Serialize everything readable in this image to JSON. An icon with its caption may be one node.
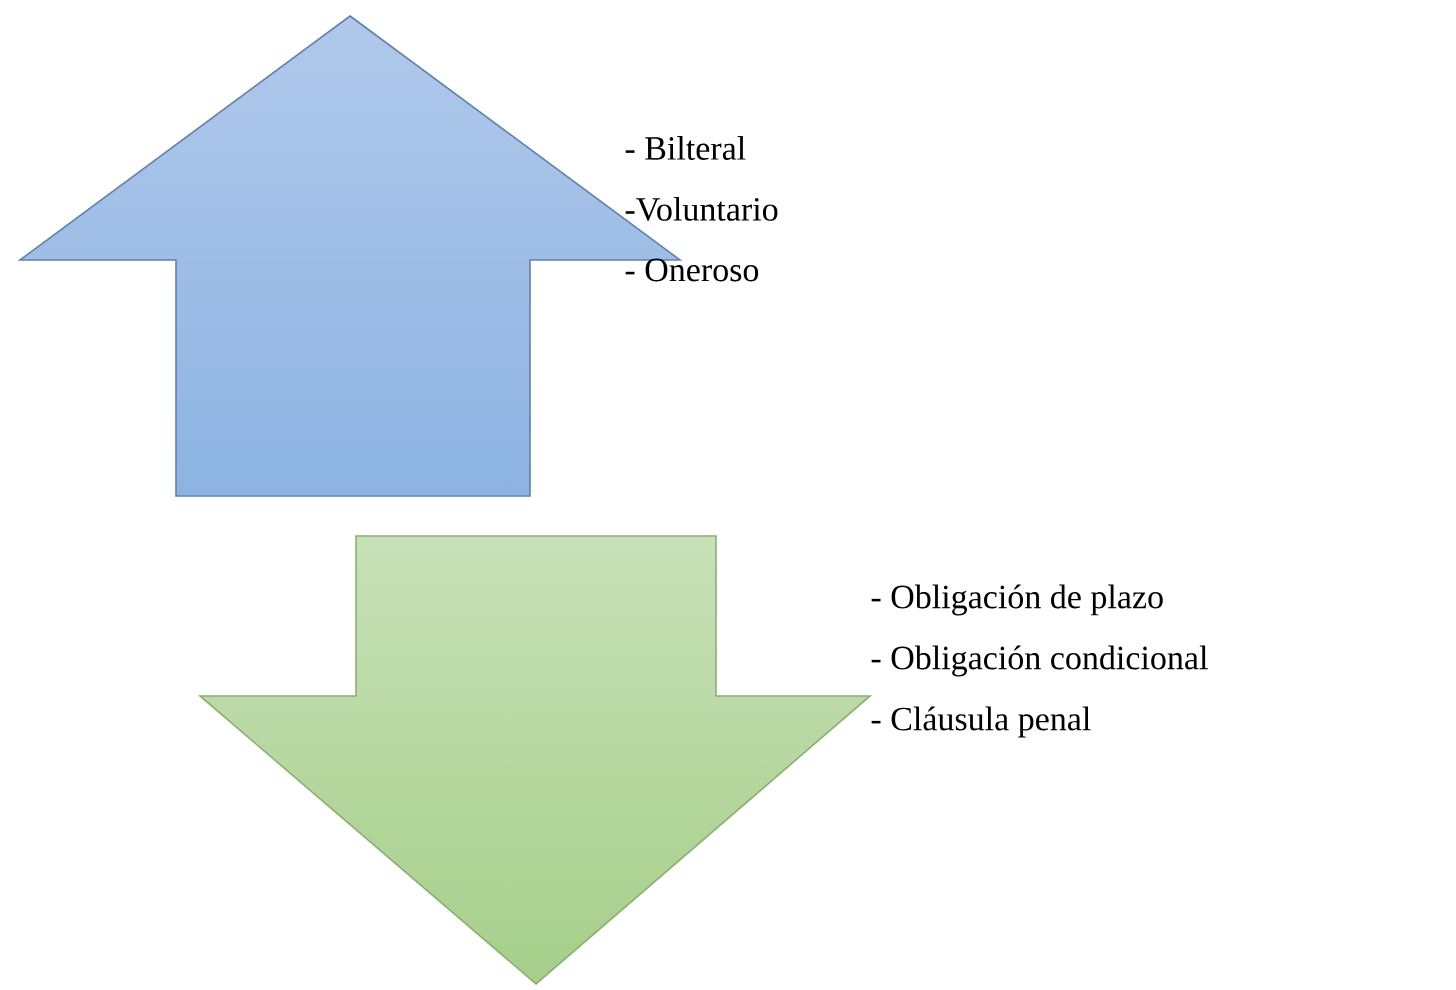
{
  "diagram": {
    "nodes": [
      {
        "text": [],
        "shape": "arrow",
        "beside": [
          "- Bilteral",
          "-Voluntario",
          "- Oneroso"
        ]
      },
      {
        "text": [],
        "shape": "arrow",
        "beside": [
          "- Obligación de plazo",
          "- Obligación condicional",
          "- Cláusula penal"
        ]
      }
    ]
  }
}
